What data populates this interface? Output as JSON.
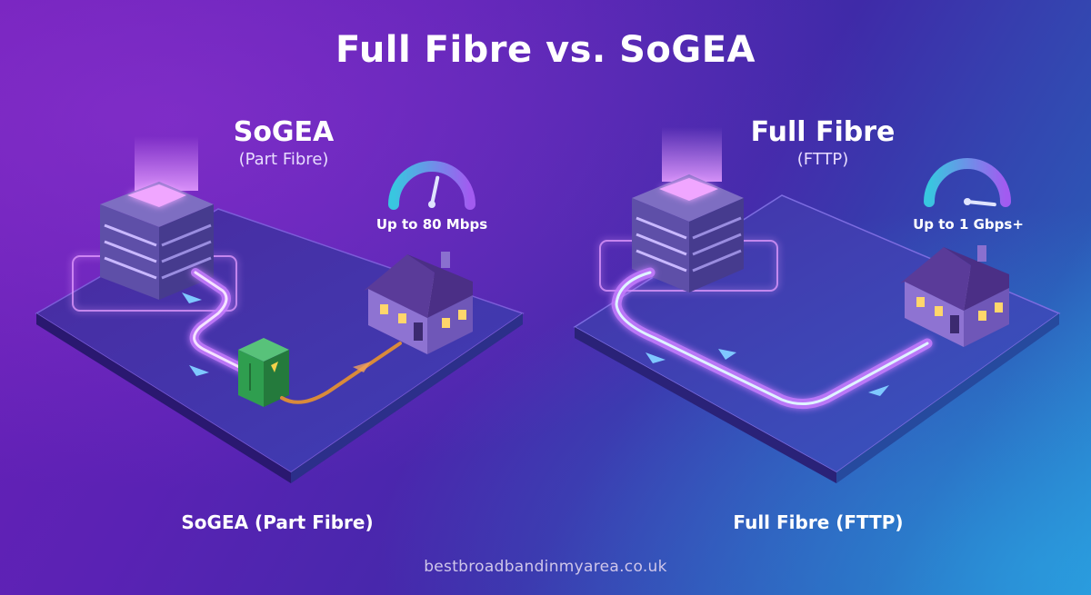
{
  "title": "Full Fibre vs. SoGEA",
  "left": {
    "heading": "SoGEA",
    "subheading": "(Part Fibre)",
    "speed": "Up to 80 Mbps",
    "caption": "SoGEA (Part Fibre)",
    "speed_gauge_level": 0.55
  },
  "right": {
    "heading": "Full Fibre",
    "subheading": "(FTTP)",
    "speed": "Up to 1 Gbps+",
    "caption": "Full Fibre (FTTP)",
    "speed_gauge_level": 0.9
  },
  "footer": "bestbroadbandinmyarea.co.uk",
  "colors": {
    "fibre_glow": "#c77dff",
    "copper": "#d98a3a",
    "cabinet": "#2f9e4f",
    "gauge_start": "#38c7e0",
    "gauge_end": "#a25bf0"
  }
}
